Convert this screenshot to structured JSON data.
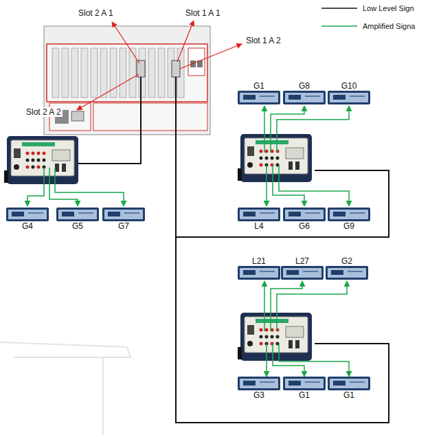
{
  "diagram": {
    "nodes": [
      {
        "text": [
          "G4"
        ]
      },
      {
        "text": [
          "G5"
        ]
      },
      {
        "text": [
          "G7"
        ]
      },
      {
        "text": [
          "G1"
        ]
      },
      {
        "text": [
          "G8"
        ]
      },
      {
        "text": [
          "G10"
        ]
      },
      {
        "text": [
          "L4"
        ]
      },
      {
        "text": [
          "G6"
        ]
      },
      {
        "text": [
          "G9"
        ]
      },
      {
        "text": [
          "L21"
        ]
      },
      {
        "text": [
          "L27"
        ]
      },
      {
        "text": [
          "G2"
        ]
      },
      {
        "text": [
          "G3"
        ]
      },
      {
        "text": [
          "G1"
        ]
      },
      {
        "text": [
          "G1"
        ]
      }
    ],
    "labels": [
      "Slot 2 A 1",
      "Slot 1 A 1",
      "Slot 1 A 2",
      "Slot 2 A 2"
    ],
    "legend": [
      {
        "text": "Low Level Sign"
      },
      {
        "text": "Amplified Signa"
      }
    ]
  }
}
